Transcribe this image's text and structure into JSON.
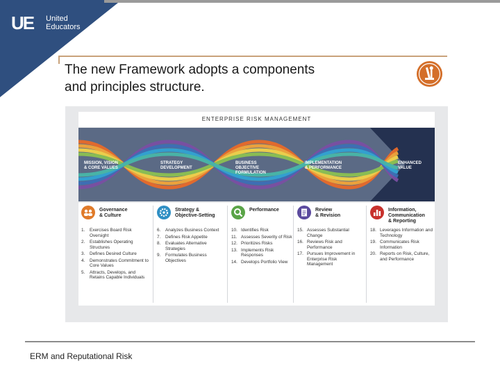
{
  "logo": {
    "mark": "UE",
    "line1": "United",
    "line2": "Educators"
  },
  "slide": {
    "title_line1": "The new Framework adopts a components",
    "title_line2": "and principles structure."
  },
  "figure": {
    "header": "ENTERPRISE RISK MANAGEMENT",
    "band_labels": [
      {
        "line1": "MISSION, VISION",
        "line2": "& CORE VALUES",
        "line3": ""
      },
      {
        "line1": "STRATEGY",
        "line2": "DEVELOPMENT",
        "line3": ""
      },
      {
        "line1": "BUSINESS",
        "line2": "OBJECTIVE",
        "line3": "FORMULATION"
      },
      {
        "line1": "IMPLEMENTATION",
        "line2": "& PERFORMANCE",
        "line3": ""
      },
      {
        "line1": "ENHANCED",
        "line2": "VALUE",
        "line3": ""
      }
    ],
    "components": [
      {
        "title_line1": "Governance",
        "title_line2": "& Culture",
        "title_line3": "",
        "color": "#e07b2a",
        "items": [
          {
            "num": "1.",
            "text": "Exercises Board Risk Oversight"
          },
          {
            "num": "2.",
            "text": "Establishes Operating Structures"
          },
          {
            "num": "3.",
            "text": "Defines Desired Culture"
          },
          {
            "num": "4.",
            "text": "Demonstrates Commitment to Core Values"
          },
          {
            "num": "5.",
            "text": "Attracts, Develops, and Retains Capable Individuals"
          }
        ]
      },
      {
        "title_line1": "Strategy &",
        "title_line2": "Objective-Setting",
        "title_line3": "",
        "color": "#2f8fc4",
        "items": [
          {
            "num": "6.",
            "text": "Analyzes Business Context"
          },
          {
            "num": "7.",
            "text": "Defines Risk Appetite"
          },
          {
            "num": "8.",
            "text": "Evaluates Alternative Strategies"
          },
          {
            "num": "9.",
            "text": "Formulates Business Objectives"
          }
        ]
      },
      {
        "title_line1": "Performance",
        "title_line2": "",
        "title_line3": "",
        "color": "#5aa447",
        "items": [
          {
            "num": "10.",
            "text": "Identifies Risk"
          },
          {
            "num": "11.",
            "text": "Assesses Severity of Risk"
          },
          {
            "num": "12.",
            "text": "Prioritizes Risks"
          },
          {
            "num": "13.",
            "text": "Implements Risk Responses"
          },
          {
            "num": "14.",
            "text": "Develops Portfolio View"
          }
        ]
      },
      {
        "title_line1": "Review",
        "title_line2": "& Revision",
        "title_line3": "",
        "color": "#5b4a9e",
        "items": [
          {
            "num": "15.",
            "text": "Assesses Substantial Change"
          },
          {
            "num": "16.",
            "text": "Reviews Risk and Performance"
          },
          {
            "num": "17.",
            "text": "Pursues Improvement in Enterprise Risk Management"
          }
        ]
      },
      {
        "title_line1": "Information,",
        "title_line2": "Communication",
        "title_line3": "& Reporting",
        "color": "#c8322d",
        "items": [
          {
            "num": "18.",
            "text": "Leverages Information and Technology"
          },
          {
            "num": "19.",
            "text": "Communicates Risk Information"
          },
          {
            "num": "20.",
            "text": "Reports on Risk, Culture, and Performance"
          }
        ]
      }
    ]
  },
  "footer": {
    "text": "ERM and Reputational Risk"
  },
  "colors": {
    "corner": "#2f4f7f",
    "badge": "#d46f2a",
    "band": "#4c5a72"
  }
}
